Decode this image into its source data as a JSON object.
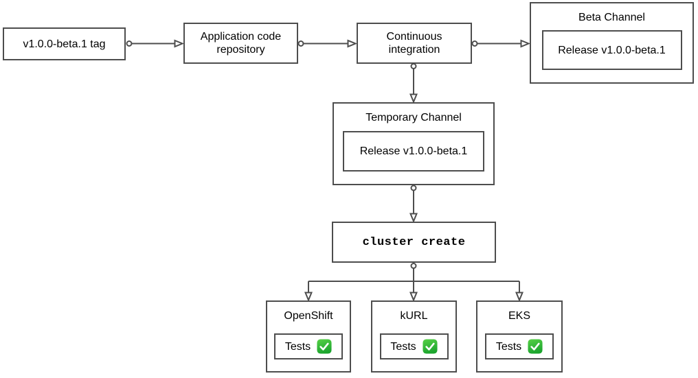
{
  "diagram": {
    "tag_node": {
      "label": "v1.0.0-beta.1 tag"
    },
    "repo_node": {
      "label": "Application code repository"
    },
    "ci_node": {
      "label": "Continuous integration"
    },
    "beta_channel": {
      "title": "Beta Channel",
      "release_label": "Release v1.0.0-beta.1"
    },
    "temporary_channel": {
      "title": "Temporary Channel",
      "release_label": "Release v1.0.0-beta.1"
    },
    "cluster_create_node": {
      "label": "cluster create"
    },
    "test_clusters": [
      {
        "title": "OpenShift",
        "tests_label": "Tests",
        "status_icon": "check-mark-button"
      },
      {
        "title": "kURL",
        "tests_label": "Tests",
        "status_icon": "check-mark-button"
      },
      {
        "title": "EKS",
        "tests_label": "Tests",
        "status_icon": "check-mark-button"
      }
    ],
    "colors": {
      "stroke": "#4d4d4d",
      "text": "#000000",
      "background": "#ffffff",
      "check_green_light": "#58d147",
      "check_green_dark": "#1ca52e"
    }
  }
}
